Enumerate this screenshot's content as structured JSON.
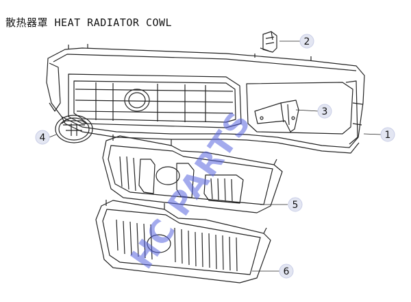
{
  "title": "散热器罩 HEAT RADIATOR COWL",
  "watermark": "HC PARTS",
  "callouts": [
    {
      "number": "1",
      "part": "radiator-grille-frame"
    },
    {
      "number": "2",
      "part": "mounting-clip"
    },
    {
      "number": "3",
      "part": "bracket"
    },
    {
      "number": "4",
      "part": "emblem"
    },
    {
      "number": "5",
      "part": "grille-variant-a"
    },
    {
      "number": "6",
      "part": "grille-variant-b"
    }
  ],
  "colors": {
    "callout_fill": "#e3e6f2",
    "line": "#222222",
    "watermark": "#5865e0"
  }
}
